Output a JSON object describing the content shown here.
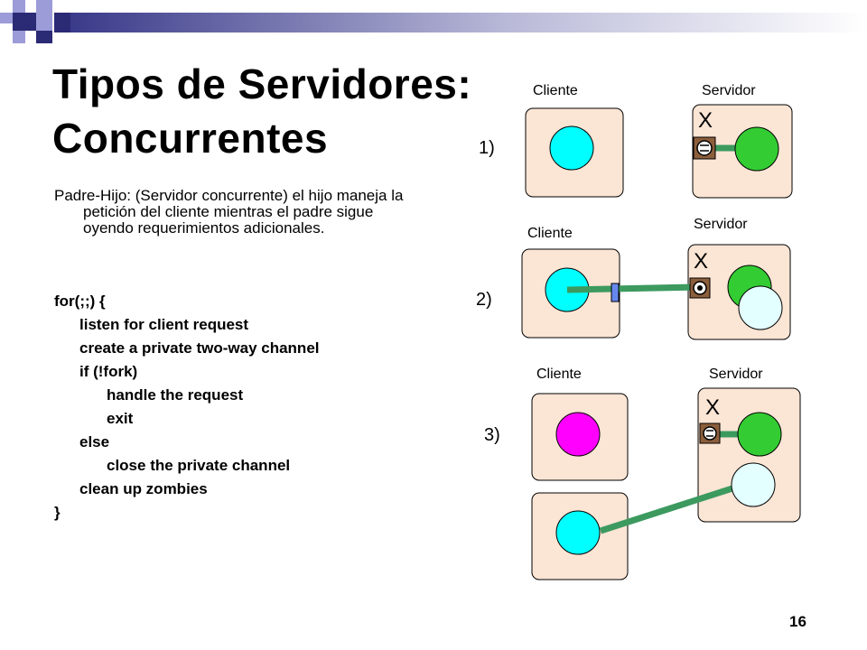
{
  "slide": {
    "title_line1": "Tipos de Servidores:",
    "title_line2": "Concurrentes",
    "description": "Padre-Hijo: (Servidor concurrente) el hijo maneja la petición del cliente mientras el padre sigue oyendo requerimientos adicionales.",
    "code": [
      "for(;;) {",
      "listen for client request",
      "create a private two-way channel",
      "if (!fork)",
      "handle the request",
      "exit",
      "else",
      "close the private channel",
      "clean up zombies",
      "}"
    ],
    "page_number": "16"
  },
  "diagram": {
    "steps": [
      {
        "number": "1)",
        "client_label": "Cliente",
        "server_label": "Servidor",
        "x_mark": "X"
      },
      {
        "number": "2)",
        "client_label": "Cliente",
        "server_label": "Servidor",
        "x_mark": "X"
      },
      {
        "number": "3)",
        "client_label": "Cliente",
        "server_label": "Servidor",
        "x_mark": "X"
      }
    ]
  },
  "colors": {
    "box_fill": "#FBE5D5",
    "client_cyan": "#00FFFF",
    "client_magenta": "#FF00FF",
    "server_green": "#33CC33",
    "child_process": "#E3FFFF",
    "channel_green": "#3C9A5F",
    "socket_brown": "#8B5E3C",
    "deco_navy": "#2B2A75",
    "deco_lavender": "#9C9CD8"
  }
}
